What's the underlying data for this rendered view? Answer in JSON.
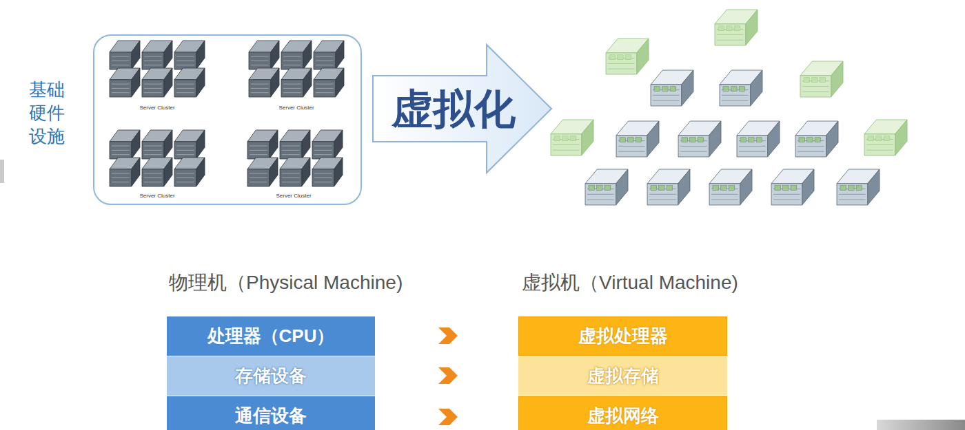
{
  "diagram": {
    "nodes": [
      {
        "text": [
          "基础硬件设施"
        ]
      },
      {
        "text": [
          "虚拟化"
        ]
      },
      {
        "text": [
          "处理器（CPU）"
        ]
      },
      {
        "text": [
          "存储设备"
        ]
      },
      {
        "text": [
          "通信设备"
        ]
      },
      {
        "text": [
          "虚拟处理器"
        ]
      },
      {
        "text": [
          "虚拟存储"
        ]
      },
      {
        "text": [
          "虚拟网络"
        ]
      }
    ],
    "labels": [
      "Server Cluster",
      "Server Cluster",
      "Server Cluster",
      "Server Cluster",
      "物理机（Physical Machine)",
      "虚拟机（Virtual Machine)"
    ]
  }
}
